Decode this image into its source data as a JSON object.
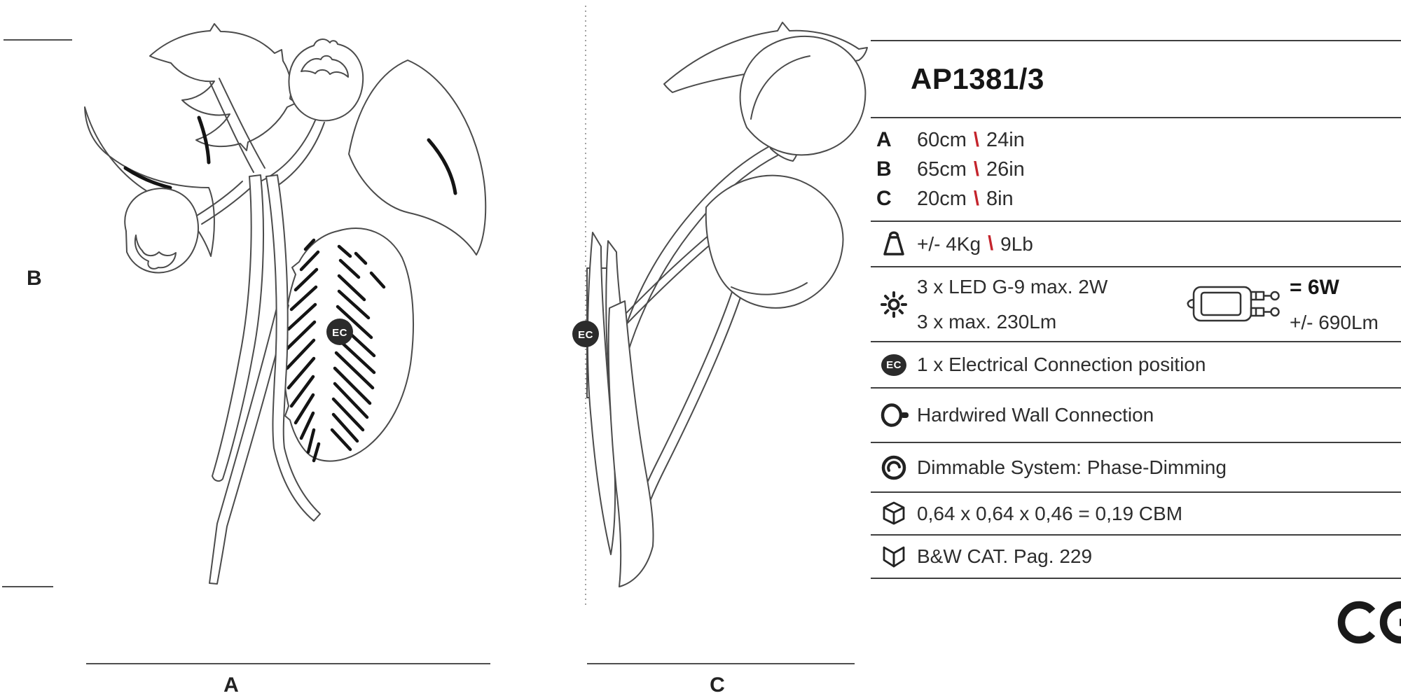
{
  "title": "AP1381/3",
  "dimensions": {
    "separator": "\\",
    "rows": [
      {
        "letter": "A",
        "metric": "60cm",
        "imperial": "24in"
      },
      {
        "letter": "B",
        "metric": "65cm",
        "imperial": "26in"
      },
      {
        "letter": "C",
        "metric": "20cm",
        "imperial": "8in"
      }
    ]
  },
  "weight": {
    "metric": "+/- 4Kg",
    "imperial": "9Lb"
  },
  "lamping": {
    "line1": "3 x LED G-9 max. 2W",
    "line2": "3 x max. 230Lm",
    "total_watt": "= 6W",
    "total_lumen": "+/- 690Lm"
  },
  "electrical_connection": {
    "badge": "EC",
    "label": "1 x Electrical Connection position"
  },
  "wall_connection": {
    "label": "Hardwired Wall Connection"
  },
  "dimming": {
    "label": "Dimmable System: Phase-Dimming"
  },
  "packaging": {
    "label": "0,64 x 0,64 x 0,46 = 0,19 CBM"
  },
  "catalog": {
    "label": "B&W CAT. Pag. 229"
  },
  "certification": {
    "label": "CE"
  },
  "diagram": {
    "label_a": "A",
    "label_b": "B",
    "label_c": "C",
    "ec_badge": "EC"
  },
  "colors": {
    "accent_red": "#c4242c",
    "text": "#2d2d2d",
    "rule": "#3f3f3f",
    "badge_bg": "#2b2b2b",
    "drawing_stroke": "#4b4b4b"
  }
}
